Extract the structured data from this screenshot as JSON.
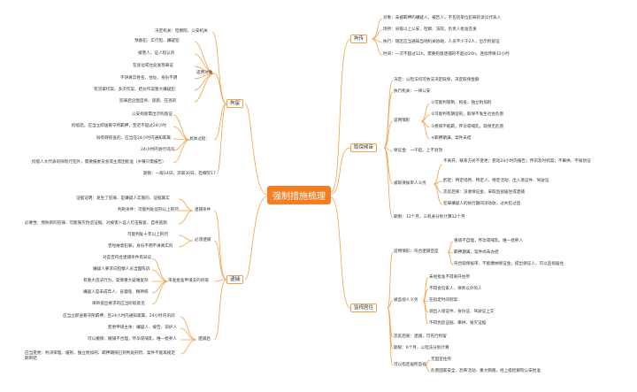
{
  "root": {
    "title": "强制措施梳理"
  },
  "detention": {
    "title": "拘留",
    "decision_org": "决定机关：检察院、公安机关",
    "case_types": {
      "title": "适用对象",
      "items": [
        "预备犯、实行犯、嫌疑犯",
        "被害人、证人指认的",
        "在身边或住处发现罪证",
        "不讲真实姓名、住址、身份不明",
        "有流窜作案、多次作案、结伙作案重大嫌疑犯",
        "犯罪后企图自杀、逃跑、在逃的"
      ]
    },
    "procedure": {
      "title": "具体过程：",
      "items": [
        "公安拘留需出示拘留证",
        "拘留后，应当立即送看守所羁押，至迟不超过24小时",
        "除有碍侦查的，应当在24小时内通知家属",
        "24小时内进行讯问",
        "拘留人大代表的除现行犯外，需要报委员会或主席团批准（乡镇只需报告）"
      ]
    },
    "term": "期限：一般14日，流窜30日，检察院17"
  },
  "arrest": {
    "title": "逮捕",
    "conditions": {
      "title": "逮捕条件",
      "items": [
        "证据证明：发生了犯罪、是嫌疑人实施的、证据属实",
        "判刑条件：可能判处徒刑以上刑罚",
        "必要性：预防新的犯罪、可能毁灭伪造证据、对被害人证人打击报复、自杀逃跑"
      ]
    },
    "must": {
      "title": "必须逮捕",
      "items": [
        "可能判处十年以上刑罚",
        "曾经故意犯罪，身份不明不讲真实的"
      ]
    },
    "review": {
      "title": "审查批准申请支的听取",
      "items": [
        "对是否符合逮捕条件有异议",
        "嫌疑人要求向检察人员当面陈诉",
        "有重大违法行为，案情重大疑难复杂",
        "嫌疑人是未成年人、盲聋哑、精神病",
        "律师提出要求的应当听取意见"
      ]
    },
    "after": {
      "title": "逮捕后",
      "items": [
        "应当立即送看守所羁押，且24小时内通知家属，24小时内讯问",
        "变更申请主体：嫌疑人、被告、辩护人",
        "可以撤销：撤捕不合理，怀孕或哺乳、唯一抚养人",
        "应当变更：判决审理、缓刑、独立附加刑、羁押期限已到判处刑罚、案件不能再规定期审结"
      ]
    }
  },
  "summons": {
    "title": "拘传",
    "items": [
      "对象：未被羁押的嫌疑人、被告人，不包括单位犯罪的诉讼代表人",
      "场所：县级以上公安、检察、法院，负责人批准签发",
      "执行：辖区应当通知当地机关协助，人员不少于2人，出示拘留证",
      "时间：一次不超过12h，需要拘留逮捕的不超过24h，连续传唤12小时"
    ]
  },
  "bail": {
    "title": "取保候审",
    "decision": "决定：公检法均可依法决定取保，决定取保金额",
    "execute": "执行机关：一律公安",
    "situations": {
      "title": "适用情形",
      "items": [
        "①可能判管制、拘役、独立附加刑",
        "②可能判有期徒刑，取保不发生社会危害",
        "③疾病不能羁，怀孕或哺乳，取保无危害",
        "④羁押期满，案件未结"
      ]
    },
    "methods": "保证金：一千起，上不封顶",
    "obligations": {
      "title": "被取保候审人义务",
      "items": [
        "不离开、联系方式不变更；变动24小时内报告；传讯及时到案；不串供、不毁伪证",
        "酌定：特定场所、特定人、特定活动、出入境证件、驾驶证",
        "违反后果：没收保证金、采取监视居住或逮捕",
        "犯罪嫌疑人的执行期间没动收，过失犯过后"
      ]
    },
    "term": "期限：12个月，三机关分别计算12个月"
  },
  "surveillance": {
    "title": "监视居住",
    "applicable": {
      "title": "适用情形：符合逮捕但是",
      "items": [
        "重病不自理，怀孕或哺乳、唯一抚养人",
        "羁押期满，案件尚未办结",
        "符合取保候审，不能缴纳保证金，提出保证人，可以监视居住"
      ]
    },
    "obligations": {
      "title": "被监视人义务",
      "items": [
        "未经批准不得离开住所",
        "不得会见家人、律师以外的人",
        "在指定时间到案",
        "调出入境证件、身份证、驾驶证上交",
        "不得伪造证据、串供、毁灭证据"
      ]
    },
    "violation": "违反后果：逮捕，可先行拘留",
    "term": "期限：6个月，公检法分别计算",
    "designated": {
      "title": "可以指定居所监视",
      "items": [
        "无固定住所",
        "危害国家安全、恐怖活动、重大贿赂，经上级检察院公安批准"
      ]
    }
  }
}
